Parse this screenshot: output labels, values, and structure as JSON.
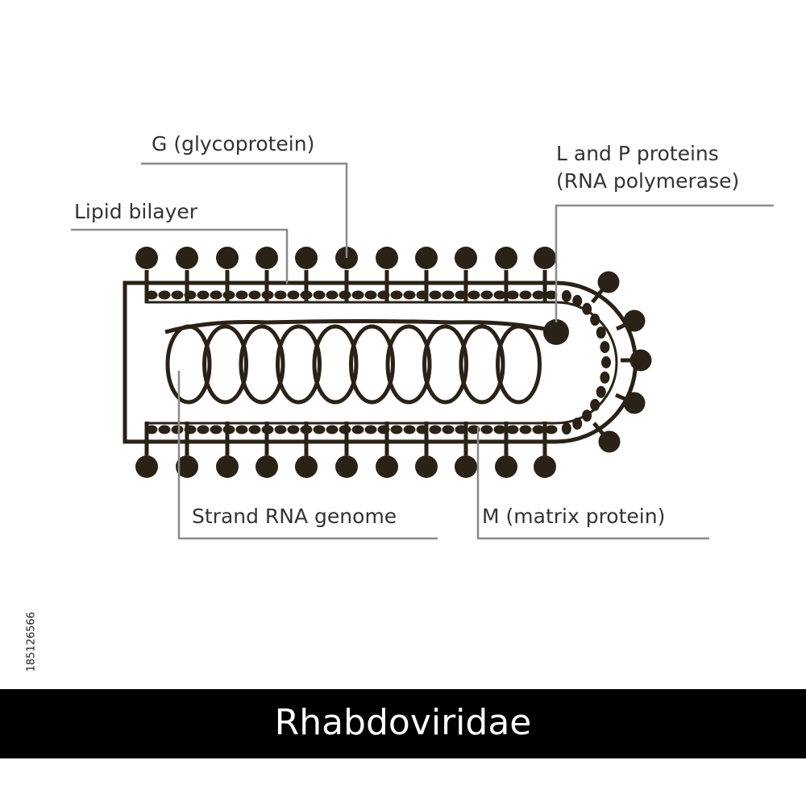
{
  "colors": {
    "ink": "#2a2117",
    "leader": "#8a8a8a",
    "label_text": "#333333",
    "title_bar": "#000000",
    "title_text": "#ffffff"
  },
  "labels": {
    "glycoprotein": "G (glycoprotein)",
    "lipid_bilayer": "Lipid bilayer",
    "l_and_p_line1": "L and P proteins",
    "l_and_p_line2": "(RNA polymerase)",
    "strand_rna": "Strand RNA genome",
    "matrix_protein": "M (matrix protein)"
  },
  "title": "Rhabdoviridae",
  "stock_id": "185126566"
}
